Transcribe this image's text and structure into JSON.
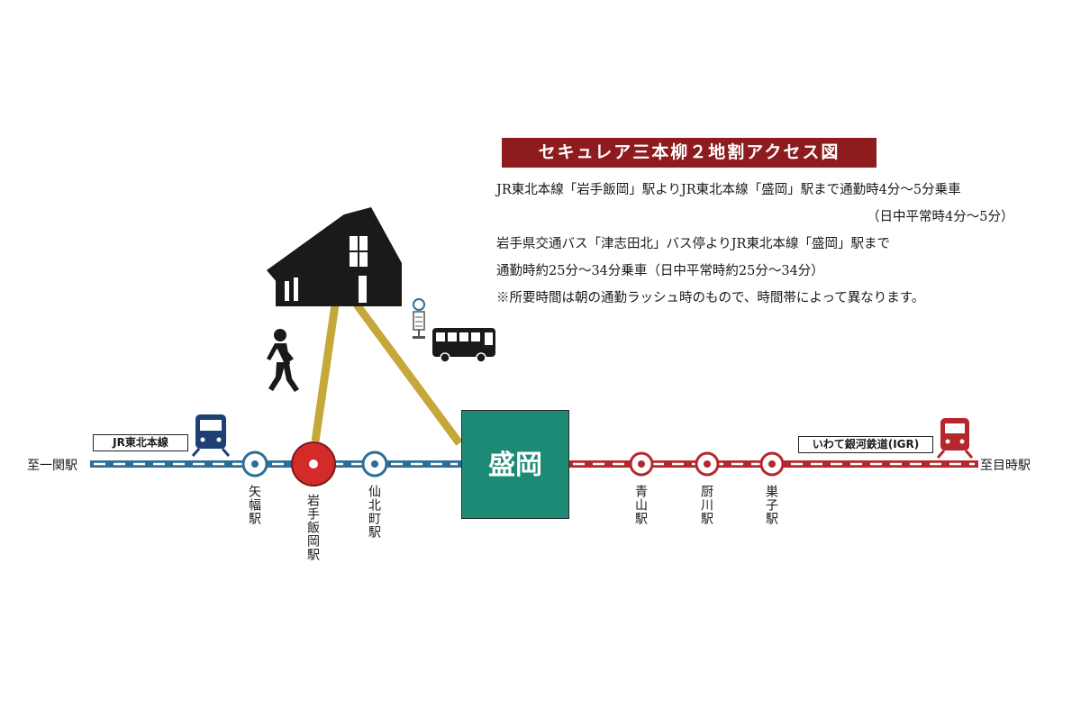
{
  "title": "セキュレア三本柳２地割アクセス図",
  "info_lines": [
    "JR東北本線「岩手飯岡」駅よりJR東北本線「盛岡」駅まで通勤時4分〜5分乗車",
    "（日中平常時4分〜5分）",
    "岩手県交通バス「津志田北」バス停よりJR東北本線「盛岡」駅まで",
    "通勤時約25分〜34分乗車（日中平常時約25分〜34分）",
    "※所要時間は朝の通勤ラッシュ時のもので、時間帯によって異なります。"
  ],
  "left_line": {
    "name": "JR東北本線",
    "color": "#2e6e96",
    "end_label": "至一関駅"
  },
  "right_line": {
    "name": "いわて銀河鉄道(IGR)",
    "color": "#b5272d",
    "end_label": "至目時駅"
  },
  "hub_station": "盛岡",
  "stations_left": [
    {
      "label": "矢幅駅",
      "highlighted": false
    },
    {
      "label": "岩手飯岡駅",
      "highlighted": true
    },
    {
      "label": "仙北町駅",
      "highlighted": false
    }
  ],
  "stations_right": [
    {
      "label": "青山駅"
    },
    {
      "label": "厨川駅"
    },
    {
      "label": "巣子駅"
    }
  ],
  "route_color": "#c6a73a",
  "icons": [
    "house-icon",
    "walking-person-icon",
    "bus-stop-icon",
    "bus-icon",
    "blue-train-icon",
    "red-train-icon"
  ]
}
